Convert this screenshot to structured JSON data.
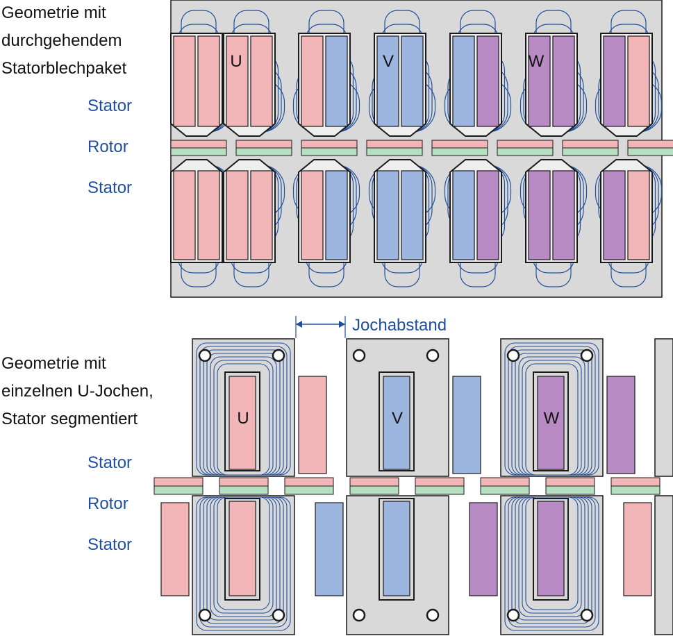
{
  "top_section": {
    "caption_lines": [
      "Geometrie mit",
      "durchgehendem",
      "Statorblechpaket"
    ],
    "labels": {
      "stator_upper": "Stator",
      "rotor": "Rotor",
      "stator_lower": "Stator"
    },
    "phases": [
      "U",
      "V",
      "W"
    ]
  },
  "bottom_section": {
    "caption_lines": [
      "Geometrie mit",
      "einzelnen U-Jochen,",
      "Stator segmentiert"
    ],
    "labels": {
      "stator_upper": "Stator",
      "rotor": "Rotor",
      "stator_lower": "Stator"
    },
    "phases": [
      "U",
      "V",
      "W"
    ],
    "dimension_label": "Jochabstand"
  },
  "colors": {
    "phase_u": "#f2b6b8",
    "phase_v": "#9db6e0",
    "phase_w": "#b88bc4",
    "iron": "#d9d9d9",
    "magnet_green": "#b5dfc0",
    "field_line": "#1f4e9c",
    "outline": "#1a1a1a"
  }
}
